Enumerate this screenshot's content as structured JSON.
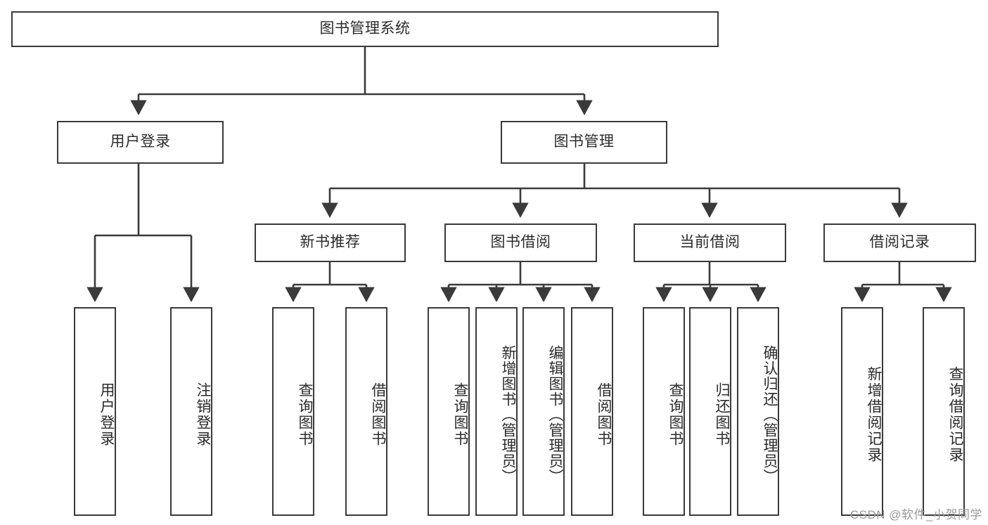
{
  "diagram": {
    "title": "图书管理系统",
    "stroke_color": "#3a3a3a",
    "text_color": "#2b2b2b",
    "background": "#ffffff",
    "levels": {
      "root": {
        "label": "图书管理系统"
      },
      "level2": [
        {
          "label": "用户登录"
        },
        {
          "label": "图书管理"
        }
      ],
      "level3": [
        {
          "label": "新书推荐"
        },
        {
          "label": "图书借阅"
        },
        {
          "label": "当前借阅"
        },
        {
          "label": "借阅记录"
        }
      ],
      "leaves": [
        {
          "label": "用户登录",
          "parent": "用户登录"
        },
        {
          "label": "注销登录",
          "parent": "用户登录"
        },
        {
          "label": "查询图书",
          "parent": "新书推荐"
        },
        {
          "label": "借阅图书",
          "parent": "新书推荐"
        },
        {
          "label": "查询图书",
          "parent": "图书借阅"
        },
        {
          "label": "新增图书（管理员）",
          "parent": "图书借阅"
        },
        {
          "label": "编辑图书（管理员）",
          "parent": "图书借阅"
        },
        {
          "label": "借阅图书",
          "parent": "图书借阅"
        },
        {
          "label": "查询图书",
          "parent": "当前借阅"
        },
        {
          "label": "归还图书",
          "parent": "当前借阅"
        },
        {
          "label": "确认归还（管理员）",
          "parent": "当前借阅"
        },
        {
          "label": "新增借阅记录",
          "parent": "借阅记录"
        },
        {
          "label": "查询借阅记录",
          "parent": "借阅记录"
        }
      ]
    }
  },
  "watermark": {
    "text": "CSDN @软件_小贺同学"
  }
}
